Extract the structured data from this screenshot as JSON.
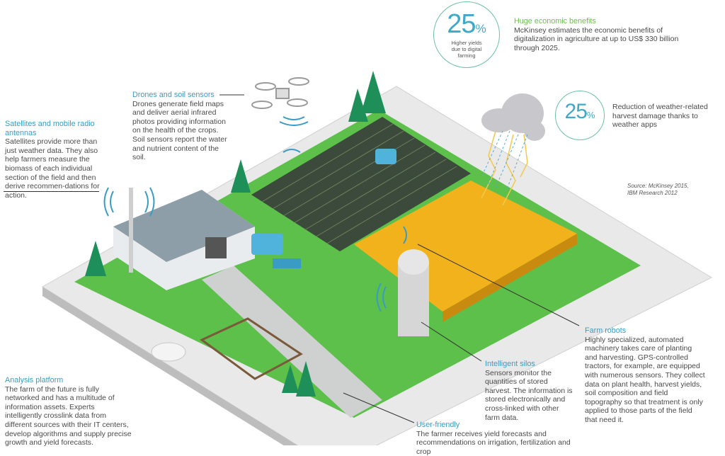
{
  "stats": [
    {
      "value": "25",
      "unit": "%",
      "caption": "Higher yields due to digital farming"
    },
    {
      "value": "25",
      "unit": "%",
      "caption": "Reduction of weather-related harvest damage thanks to weather apps"
    }
  ],
  "economic": {
    "title": "Huge economic benefits",
    "body": "McKinsey estimates the economic benefits of digitalization in agriculture at up to US$ 330 billion through 2025."
  },
  "source": {
    "line1": "Source: McKinsey 2015,",
    "line2": "IBM Research 2012"
  },
  "callouts": {
    "drones": {
      "title": "Drones and soil sensors",
      "body": "Drones generate field maps and deliver aerial infrared photos providing information on the health of the crops. Soil sensors report the water and nutrient content of the soil."
    },
    "satellites": {
      "title": "Satellites and mobile radio antennas",
      "body": "Satellites provide more than just weather data. They also help farmers measure the biomass of each individual section of the field and then derive recommen-dations for action."
    },
    "analysis": {
      "title": "Analysis platform",
      "body": "The farm of the future is fully networked and has a multitude of information assets. Experts intelligently crosslink data from different sources with their IT centers, develop algorithms and supply precise growth and yield forecasts."
    },
    "silos": {
      "title": "Intelligent silos",
      "body": "Sensors monitor the quantities of stored harvest. The information is stored electronically and cross-linked with other farm data."
    },
    "robots": {
      "title": "Farm robots",
      "body": "Highly specialized, automated machinery takes care of planting and harvesting. GPS-controlled tractors, for example, are equipped with numerous sensors. They collect data on plant health, harvest yields, soil composition and field topography so that treatment is only applied to those parts of the field that need it."
    },
    "user": {
      "title": "User-friendly",
      "body": "The farmer receives yield forecasts and recommendations on irrigation, fertilization and crop"
    }
  },
  "colors": {
    "accent": "#3a9cc4",
    "green": "#5cc04a",
    "wheat": "#f2b21c"
  }
}
